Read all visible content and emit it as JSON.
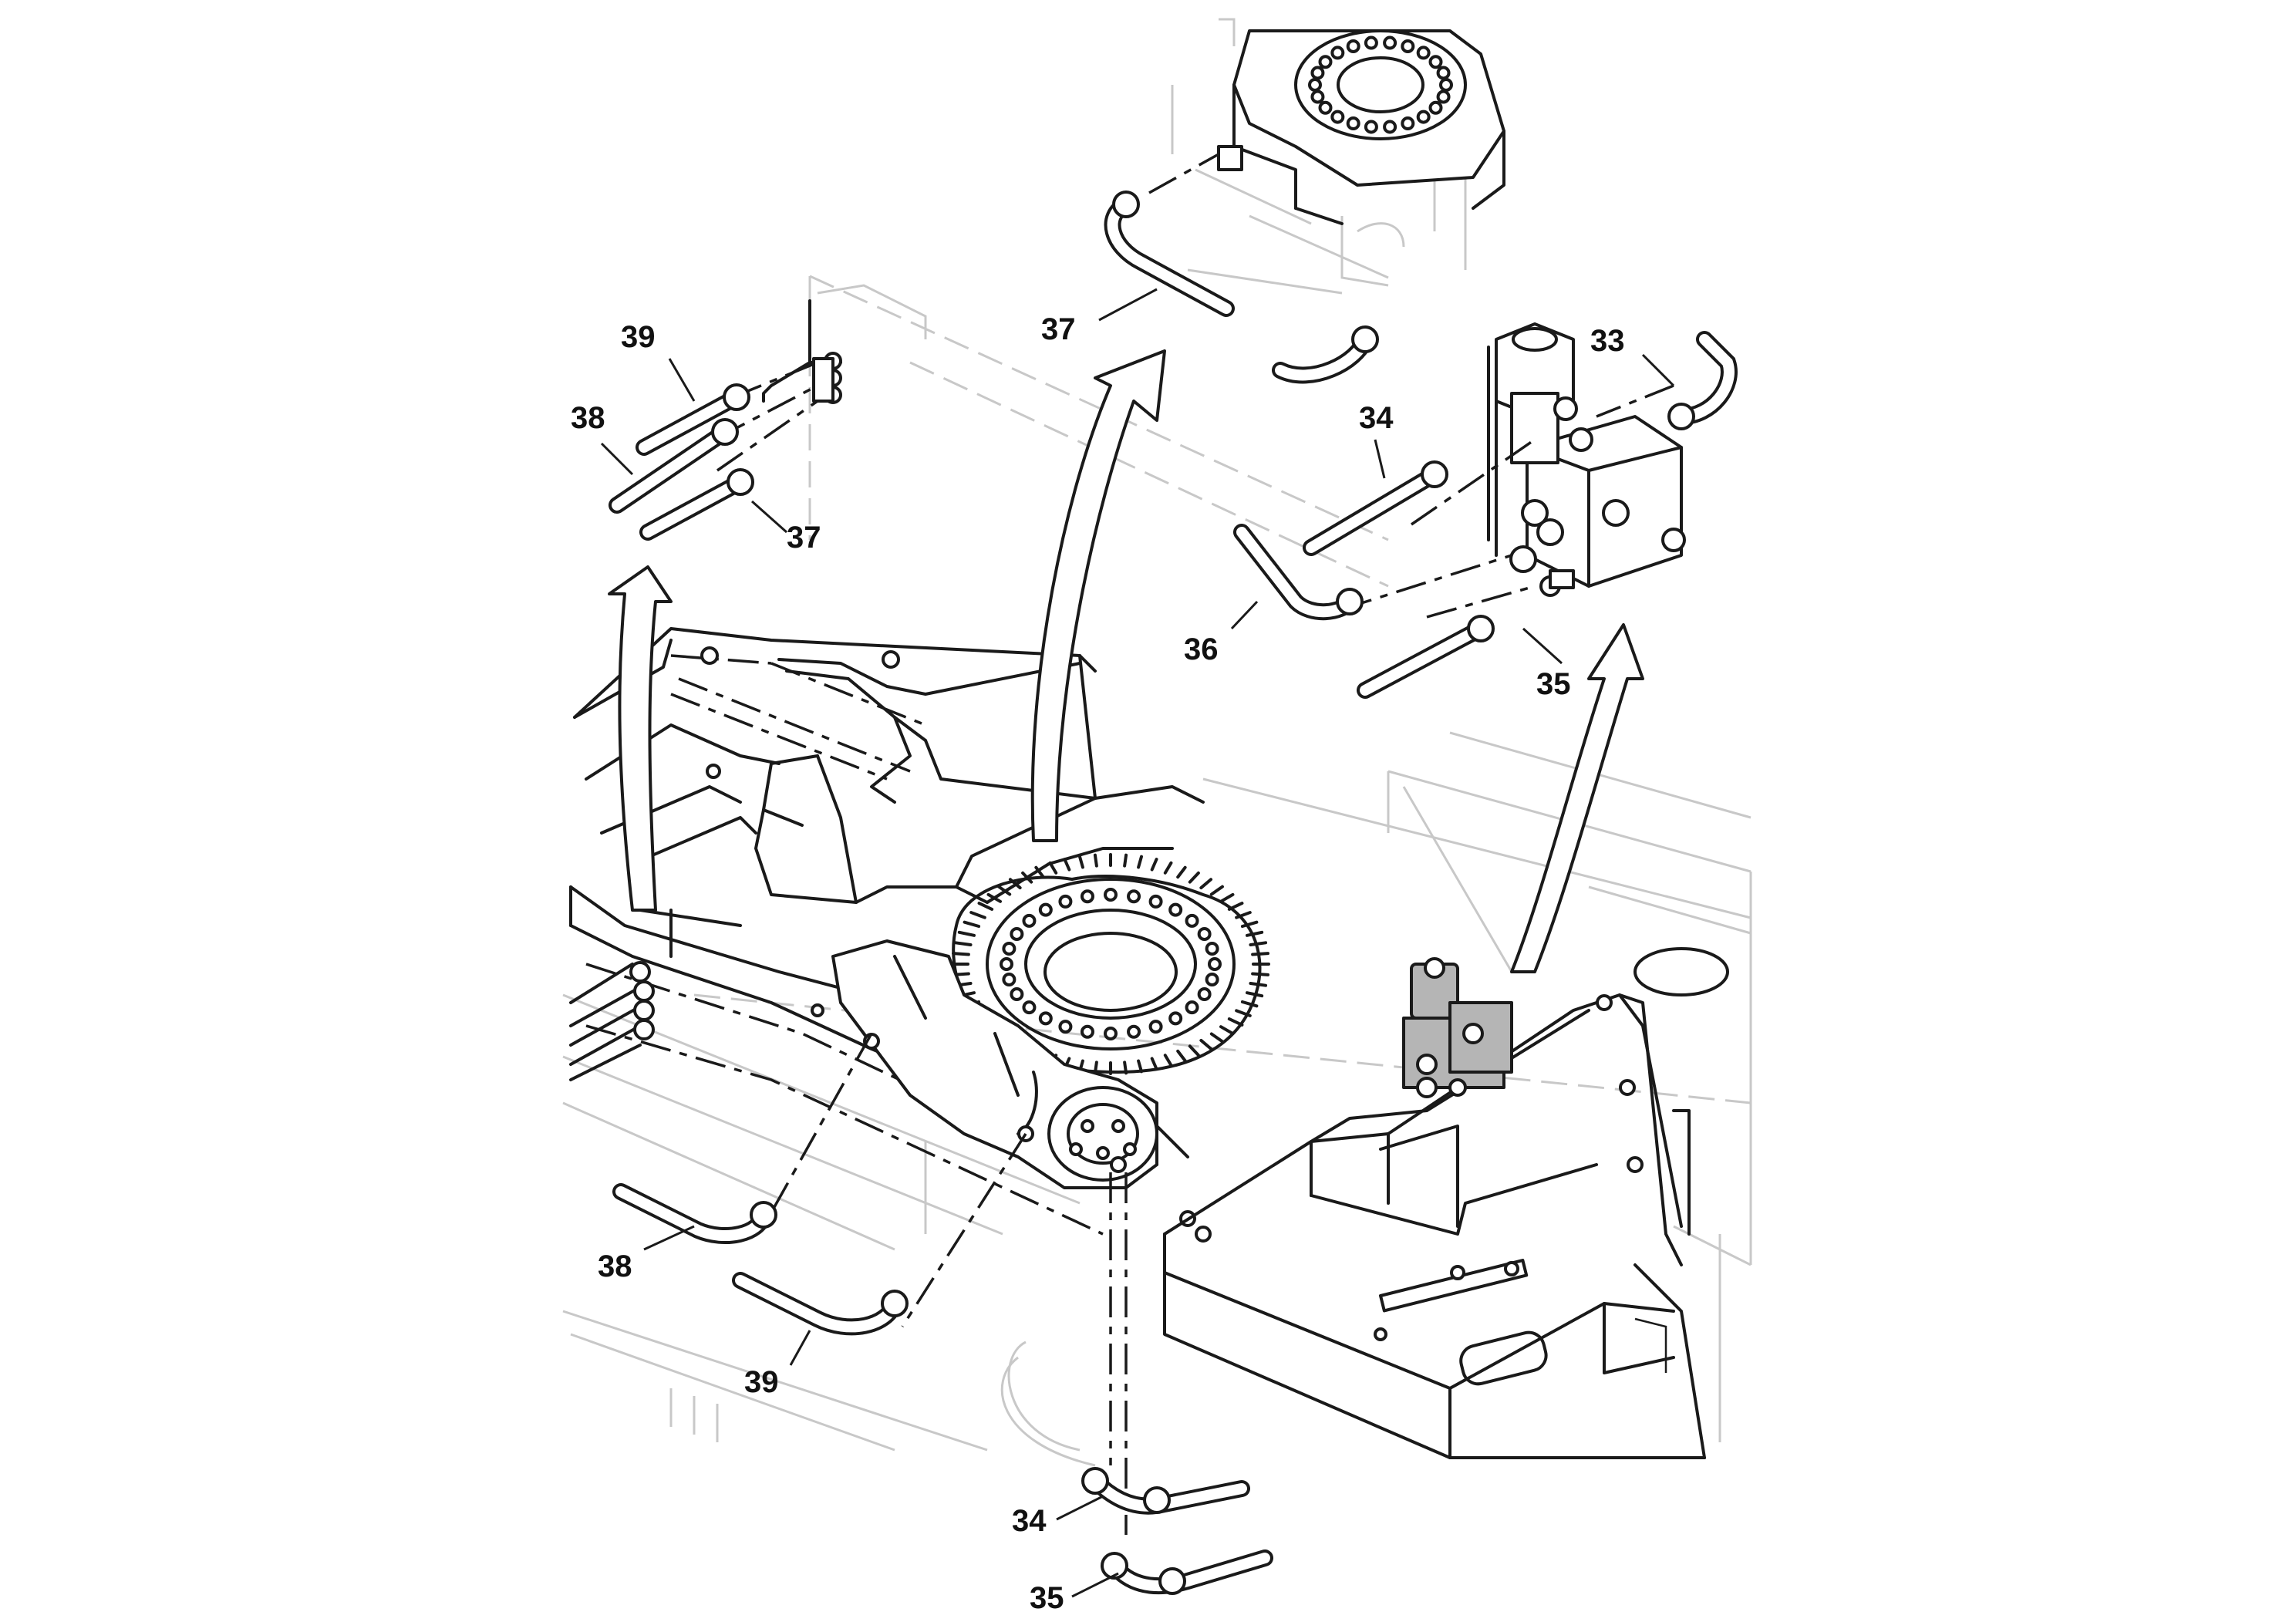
{
  "callouts": [
    {
      "id": "c33-valve",
      "label": "33"
    },
    {
      "id": "c34-valve",
      "label": "34"
    },
    {
      "id": "c36-valve",
      "label": "36"
    },
    {
      "id": "c35-valve",
      "label": "35"
    },
    {
      "id": "c37-rotary",
      "label": "37"
    },
    {
      "id": "c39-bank",
      "label": "39"
    },
    {
      "id": "c38-bank",
      "label": "38"
    },
    {
      "id": "c37-bank",
      "label": "37"
    },
    {
      "id": "c38-lower",
      "label": "38"
    },
    {
      "id": "c39-lower",
      "label": "39"
    },
    {
      "id": "c34-lower",
      "label": "34"
    },
    {
      "id": "c35-lower",
      "label": "35"
    }
  ],
  "colors": {
    "ink": "#1a1a1a",
    "background_hint": "#c8c8c8",
    "valve_shading": "#b5b5b5",
    "paper": "#ffffff"
  }
}
